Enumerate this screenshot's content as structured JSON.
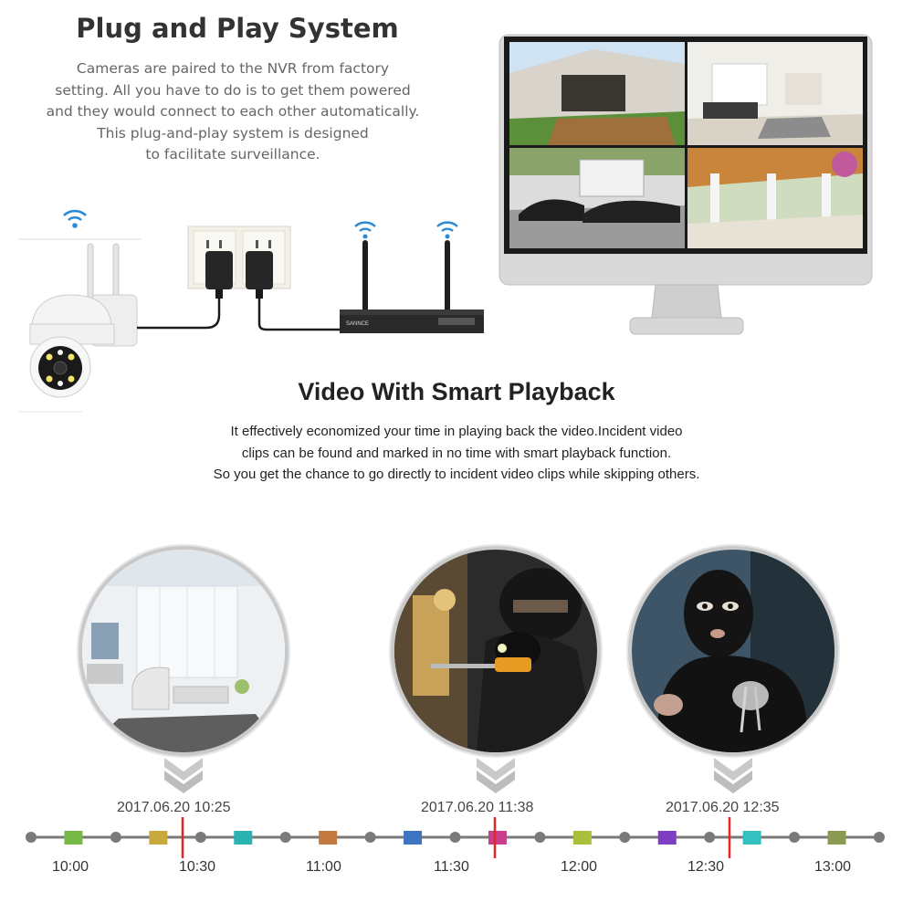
{
  "section1": {
    "title": "Plug and Play System",
    "description": [
      "Cameras are paired to the NVR from factory",
      "setting. All you have to do is to get them powered",
      "and they would connect to each other automatically.",
      "This plug-and-play system is designed",
      "to facilitate surveillance."
    ],
    "nvr_brand": "SANNCE"
  },
  "section2": {
    "title": "Video With Smart Playback",
    "description": [
      "It effectively economized your time in playing back the video.Incident video",
      "clips can be found and marked in no time with smart playback function.",
      "So you get the chance to go directly to incident video clips while skipping others."
    ]
  },
  "timeline": {
    "events": [
      {
        "timestamp": "2017.06.20 10:25",
        "scene": "living-room"
      },
      {
        "timestamp": "2017.06.20 11:38",
        "scene": "intruder-at-door"
      },
      {
        "timestamp": "2017.06.20 12:35",
        "scene": "masked-intruder"
      }
    ],
    "labels": [
      "10:00",
      "10:30",
      "11:00",
      "11:30",
      "12:00",
      "12:30",
      "13:00"
    ],
    "segment_colors": [
      "#77b947",
      "#c9a93d",
      "#2bb3b1",
      "#c27a3e",
      "#3e74c2",
      "#c93f8c",
      "#a9c03c",
      "#7e3ec2",
      "#35bfbf",
      "#8a9a53"
    ],
    "marker_color": "#e32626",
    "line_color": "#7a7a7a"
  }
}
